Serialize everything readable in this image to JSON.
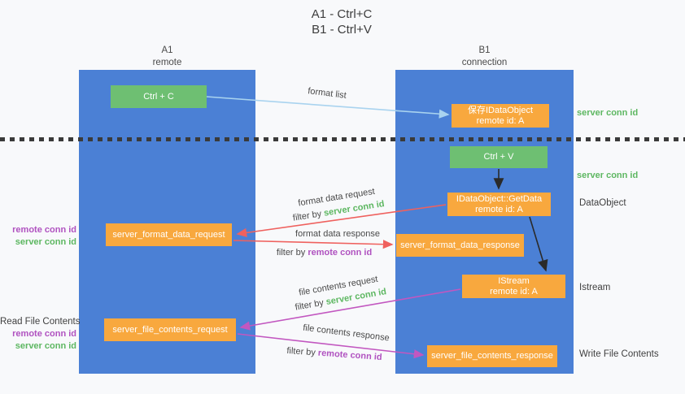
{
  "title": {
    "line1": "A1 - Ctrl+C",
    "line2": "B1 - Ctrl+V"
  },
  "lifelines": {
    "a1": {
      "name": "A1",
      "role": "remote"
    },
    "b1": {
      "name": "B1",
      "role": "connection"
    }
  },
  "nodes": {
    "ctrl_c": {
      "label": "Ctrl + C"
    },
    "save_idataobject": {
      "line1": "保存IDataObject",
      "line2": "remote id: A"
    },
    "ctrl_v": {
      "label": "Ctrl + V"
    },
    "getdata": {
      "line1": "IDataObject::GetData",
      "line2": "remote id: A"
    },
    "format_request": {
      "label": "server_format_data_request"
    },
    "format_response": {
      "label": "server_format_data_response"
    },
    "istream": {
      "line1": "IStream",
      "line2": "remote id: A"
    },
    "file_request": {
      "label": "server_file_contents_request"
    },
    "file_response": {
      "label": "server_file_contents_response"
    }
  },
  "right_labels": {
    "server_conn_id_top": "server conn id",
    "server_conn_id_mid": "server conn id",
    "dataobject": "DataObject",
    "istream": "Istream",
    "write_file_contents": "Write File Contents"
  },
  "left_labels": {
    "format_remote_conn_id": "remote conn id",
    "format_server_conn_id": "server conn id",
    "read_file_contents": "Read File Contents",
    "file_remote_conn_id": "remote conn id",
    "file_server_conn_id": "server conn id"
  },
  "flow_labels": {
    "format_list": "format list",
    "format_data_request": "format data request",
    "format_data_response": "format data response",
    "file_contents_request": "file contents request",
    "file_contents_response": "file contents response",
    "filter_by": "filter by",
    "server_conn_id": "server conn id",
    "remote_conn_id": "remote conn id"
  },
  "colors": {
    "column_blue": "#4b80d5",
    "box_green": "#6ebf72",
    "box_orange": "#f8a83e",
    "arrow_light_blue": "#a9d3ef",
    "arrow_red": "#ef615e",
    "arrow_purple": "#c257c0",
    "arrow_black": "#2a2a2a",
    "text_green": "#5db761",
    "text_purple": "#b052c0",
    "text_dark": "#3f3f3f",
    "background": "#f8f9fb"
  }
}
